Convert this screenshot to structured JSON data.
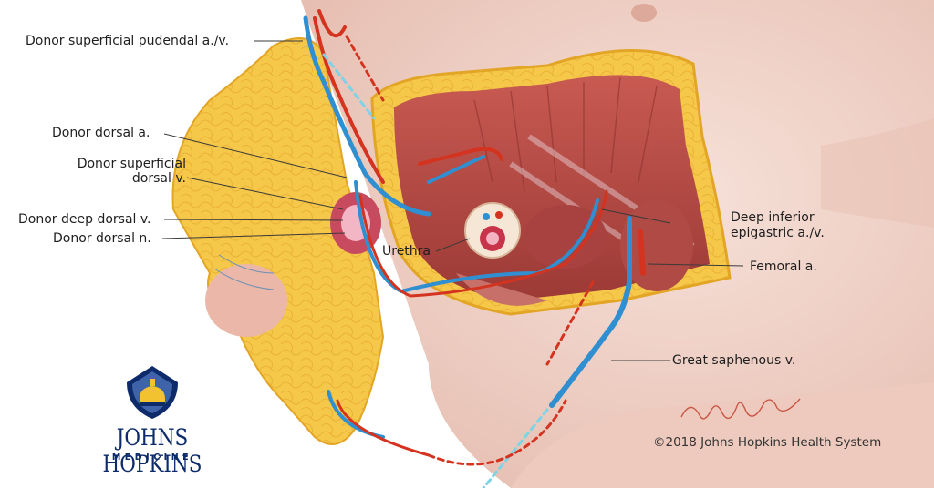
{
  "labels": {
    "donor_superficial_pudendal": "Donor superficial pudendal a./v.",
    "donor_dorsal_a": "Donor dorsal a.",
    "donor_superficial_dorsal_v_line1": "Donor superficial",
    "donor_superficial_dorsal_v_line2": "dorsal v.",
    "donor_deep_dorsal_v": "Donor deep dorsal v.",
    "donor_dorsal_n": "Donor dorsal n.",
    "urethra": "Urethra",
    "deep_inferior_epigastric_line1": "Deep inferior",
    "deep_inferior_epigastric_line2": "epigastric a./v.",
    "femoral_a": "Femoral a.",
    "great_saphenous_v": "Great saphenous v."
  },
  "logo": {
    "wordmark": "JOHNS HOPKINS",
    "subtitle": "MEDICINE"
  },
  "copyright": "©2018 Johns Hopkins Health System",
  "colors": {
    "artery": "#d3331f",
    "vein": "#2f8fd0",
    "fat": "#f4c542",
    "muscle": "#b34a45",
    "skin": "#f2d7cf",
    "brand": "#0d2b6b"
  }
}
